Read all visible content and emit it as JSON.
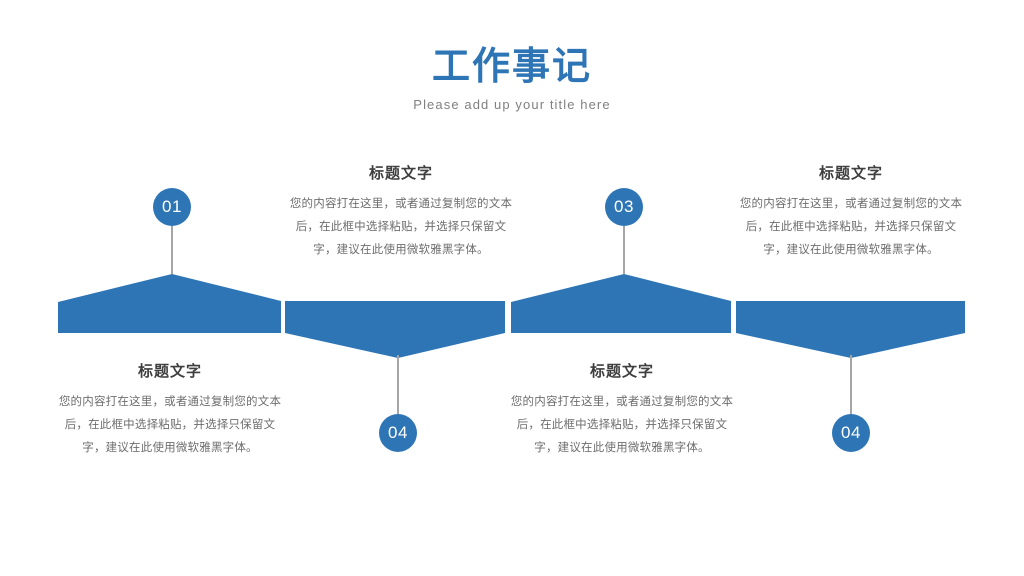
{
  "header": {
    "title": "工作事记",
    "subtitle": "Please add up your title here"
  },
  "theme": {
    "accent": "#2e75b6",
    "title_color": "#2e75b6",
    "subtitle_color": "#808080",
    "heading_color": "#3f3f3f",
    "body_color": "#6d6d6d",
    "stem_color": "#a6a6a6",
    "background": "#ffffff"
  },
  "items": [
    {
      "number": "01",
      "title": "标题文字",
      "body": "您的内容打在这里，或者通过复制您的文本后，在此框中选择粘贴，并选择只保留文字，建议在此使用微软雅黑字体。",
      "position": "top-left-marker",
      "text_position": "top"
    },
    {
      "number": "04",
      "title": "标题文字",
      "body": "您的内容打在这里，或者通过复制您的文本后，在此框中选择粘贴，并选择只保留文字，建议在此使用微软雅黑字体。",
      "position": "bottom-left-marker",
      "text_position": "bottom"
    },
    {
      "number": "03",
      "title": "标题文字",
      "body": "您的内容打在这里，或者通过复制您的文本后，在此框中选择粘贴，并选择只保留文字，建议在此使用微软雅黑字体。",
      "position": "top-right-marker",
      "text_position": "top"
    },
    {
      "number": "04",
      "title": "标题文字",
      "body": "您的内容打在这里，或者通过复制您的文本后，在此框中选择粘贴，并选择只保留文字，建议在此使用微软雅黑字体。",
      "position": "bottom-right-marker",
      "text_position": "bottom"
    }
  ],
  "markers": {
    "m1": "01",
    "m2": "04",
    "m3": "03",
    "m4": "04"
  },
  "blocks": {
    "top_left": {
      "title": "标题文字",
      "body": "您的内容打在这里，或者通过复制您的文本后，在此框中选择粘贴，并选择只保留文字，建议在此使用微软雅黑字体。"
    },
    "top_right": {
      "title": "标题文字",
      "body": "您的内容打在这里，或者通过复制您的文本后，在此框中选择粘贴，并选择只保留文字，建议在此使用微软雅黑字体。"
    },
    "bottom_left": {
      "title": "标题文字",
      "body": "您的内容打在这里，或者通过复制您的文本后，在此框中选择粘贴，并选择只保留文字，建议在此使用微软雅黑字体。"
    },
    "bottom_right": {
      "title": "标题文字",
      "body": "您的内容打在这里，或者通过复制您的文本后，在此框中选择粘贴，并选择只保留文字，建议在此使用微软雅黑字体。"
    }
  }
}
